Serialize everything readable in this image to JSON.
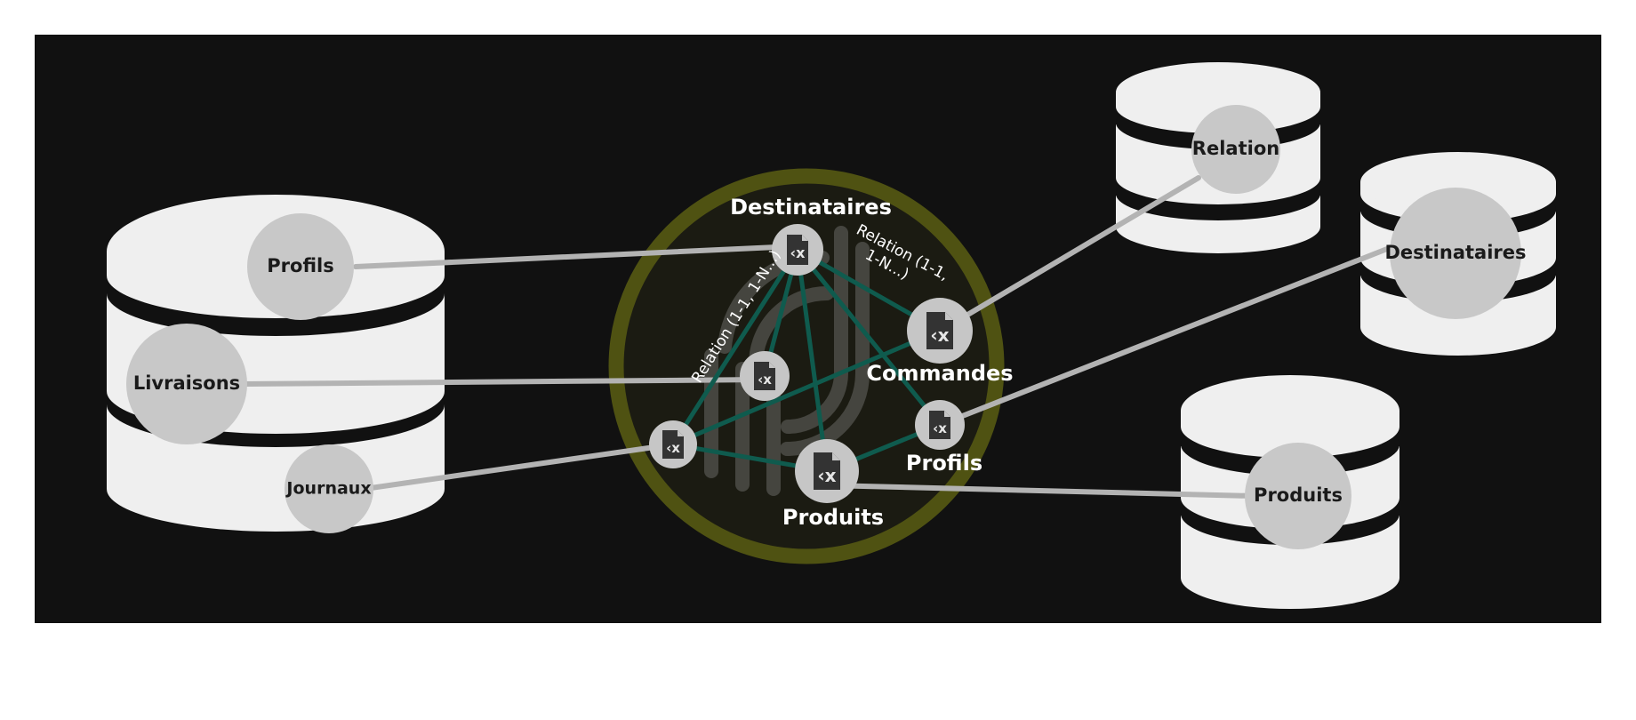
{
  "colors": {
    "background": "#111111",
    "page": "#ffffff",
    "cylinder": "#efefef",
    "bubble": "#c8c8c8",
    "connector": "#b3b3b3",
    "graph_edge": "#0f5b4e",
    "ring": "#4f5212",
    "node_fill": "#c6c6c6",
    "node_icon": "#333333"
  },
  "databases": {
    "left": {
      "bubbles": [
        {
          "label": "Profils"
        },
        {
          "label": "Livraisons"
        },
        {
          "label": "Journaux"
        }
      ]
    },
    "top_right": {
      "bubble": {
        "label": "Relation"
      }
    },
    "right": {
      "bubble": {
        "label": "Destinataires"
      }
    },
    "bottom_right": {
      "bubble": {
        "label": "Produits"
      }
    }
  },
  "graph": {
    "nodes": [
      {
        "id": "destinataires",
        "label": "Destinataires",
        "icon": "code-file-icon"
      },
      {
        "id": "commandes",
        "label": "Commandes",
        "icon": "code-file-icon"
      },
      {
        "id": "profils",
        "label": "Profils",
        "icon": "code-file-icon"
      },
      {
        "id": "produits",
        "label": "Produits",
        "icon": "code-file-icon"
      },
      {
        "id": "center",
        "label": "",
        "icon": "code-file-icon"
      },
      {
        "id": "left",
        "label": "",
        "icon": "code-file-icon"
      }
    ],
    "edge_labels": {
      "left_edge": "Relation (1-1, 1-N...)",
      "right_edge_line1": "Relation (1-1,",
      "right_edge_line2": "1-N...)"
    },
    "icon_glyph": "‹x"
  }
}
